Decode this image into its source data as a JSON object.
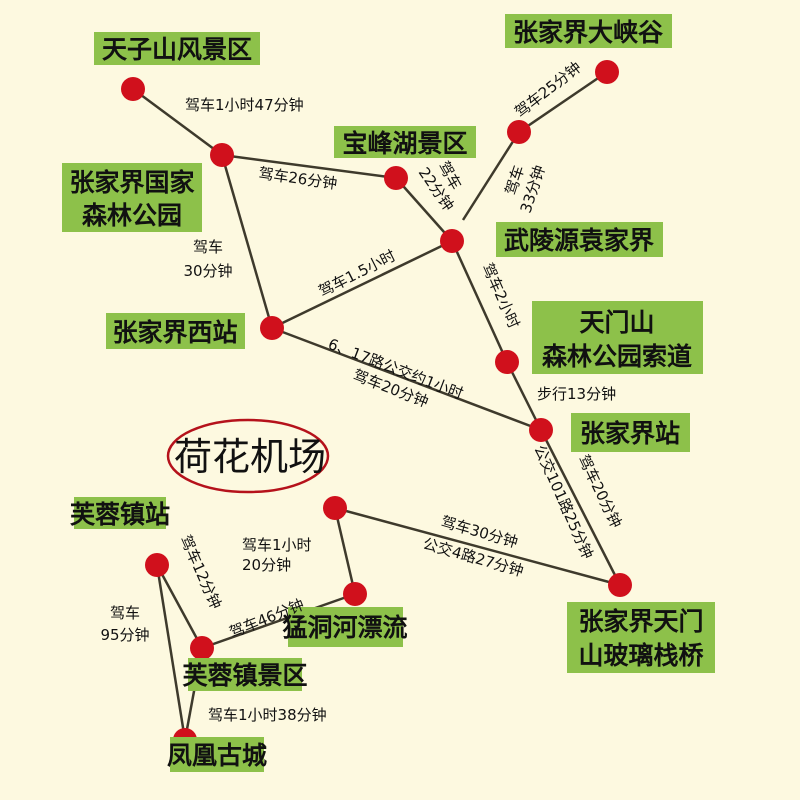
{
  "colors": {
    "background": "#fdf9e0",
    "station_box": "#8dc14a",
    "node": "#d0101c",
    "airport_ring": "#b5121b"
  },
  "places": {
    "tianzishan": "天子山风景区",
    "forest_park_1": "张家界国家",
    "forest_park_2": "森林公园",
    "baofenghu": "宝峰湖景区",
    "grand_canyon": "张家界大峡谷",
    "wulingyuan": "武陵源袁家界",
    "tianmen_1": "天门山",
    "tianmen_2": "森林公园索道",
    "west_station": "张家界西站",
    "zjj_station": "张家界站",
    "glass_bridge_1": "张家界天门",
    "glass_bridge_2": "山玻璃栈桥",
    "airport": "荷花机场",
    "furong_station": "芙蓉镇站",
    "mengdong": "猛洞河漂流",
    "furong_scenic": "芙蓉镇景区",
    "fenghuang": "凤凰古城"
  },
  "routes": {
    "tianzishan_forest": "驾车1小时47分钟",
    "forest_baofeng": "驾车26分钟",
    "forest_west_1": "驾车",
    "forest_west_2": "30分钟",
    "baofeng_wuling_1": "驾车",
    "baofeng_wuling_2": "22分钟",
    "canyon_short": "驾车25分钟",
    "canyon_wuling_1": "驾车",
    "canyon_wuling_2": "33分钟",
    "west_wuling": "驾车1.5小时",
    "wuling_tianmen": "驾车2小时",
    "tianmen_station": "步行13分钟",
    "west_station_1": "6、17路公交约1小时",
    "west_station_2": "驾车20分钟",
    "station_bridge_bus": "公交101路25分钟",
    "station_bridge_car": "驾车20分钟",
    "airport_bridge_car": "驾车30分钟",
    "airport_bridge_bus": "公交4路27分钟",
    "airport_mengdong_1": "驾车1小时",
    "airport_mengdong_2": "20分钟",
    "mengdong_furong": "驾车46分钟",
    "furongstation_scenic": "驾车12分钟",
    "furongstation_fenghuang_1": "驾车",
    "furongstation_fenghuang_2": "95分钟",
    "scenic_fenghuang": "驾车1小时38分钟"
  }
}
